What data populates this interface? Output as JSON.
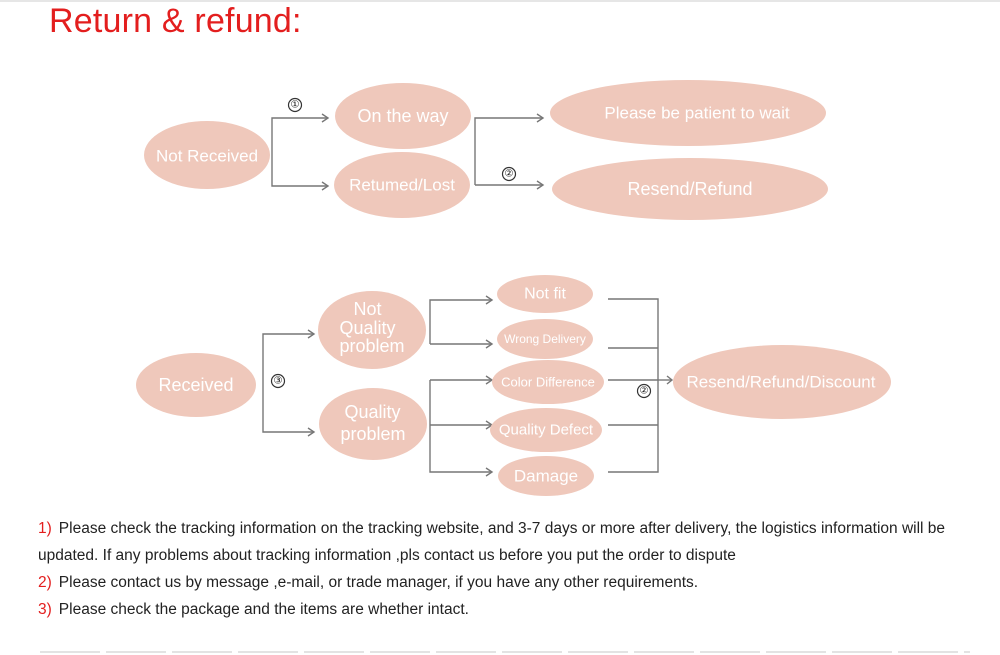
{
  "title": "Return & refund:",
  "diagram1": {
    "root": "Not Received",
    "badge1": "①",
    "branch_a": "On the way",
    "branch_b": "Retumed/Lost",
    "badge2": "②",
    "outcome_a": "Please be patient to wait",
    "outcome_b": "Resend/Refund"
  },
  "diagram2": {
    "root": "Received",
    "badge3": "③",
    "not_quality_lines": [
      "Not",
      "Quality",
      "problem"
    ],
    "quality_lines": [
      "Quality",
      "problem"
    ],
    "issues": [
      "Not fit",
      "Wrong Delivery",
      "Color Difference",
      "Quality Defect",
      "Damage"
    ],
    "badge2": "②",
    "outcome": "Resend/Refund/Discount"
  },
  "notes": [
    {
      "num": "1)",
      "text": "Please check the tracking information on the tracking website, and 3-7 days or more after delivery, the logistics information will be updated. If any problems about tracking information ,pls contact us before you put the order to dispute"
    },
    {
      "num": "2)",
      "text": "Please contact us by message ,e-mail, or trade manager, if you have any other requirements."
    },
    {
      "num": "3)",
      "text": "Please check the package and the items are whether intact."
    }
  ],
  "colors": {
    "title": "#e31e1e",
    "node_fill": "#efc8bb",
    "node_text": "#ffffff",
    "connector": "#777777"
  }
}
